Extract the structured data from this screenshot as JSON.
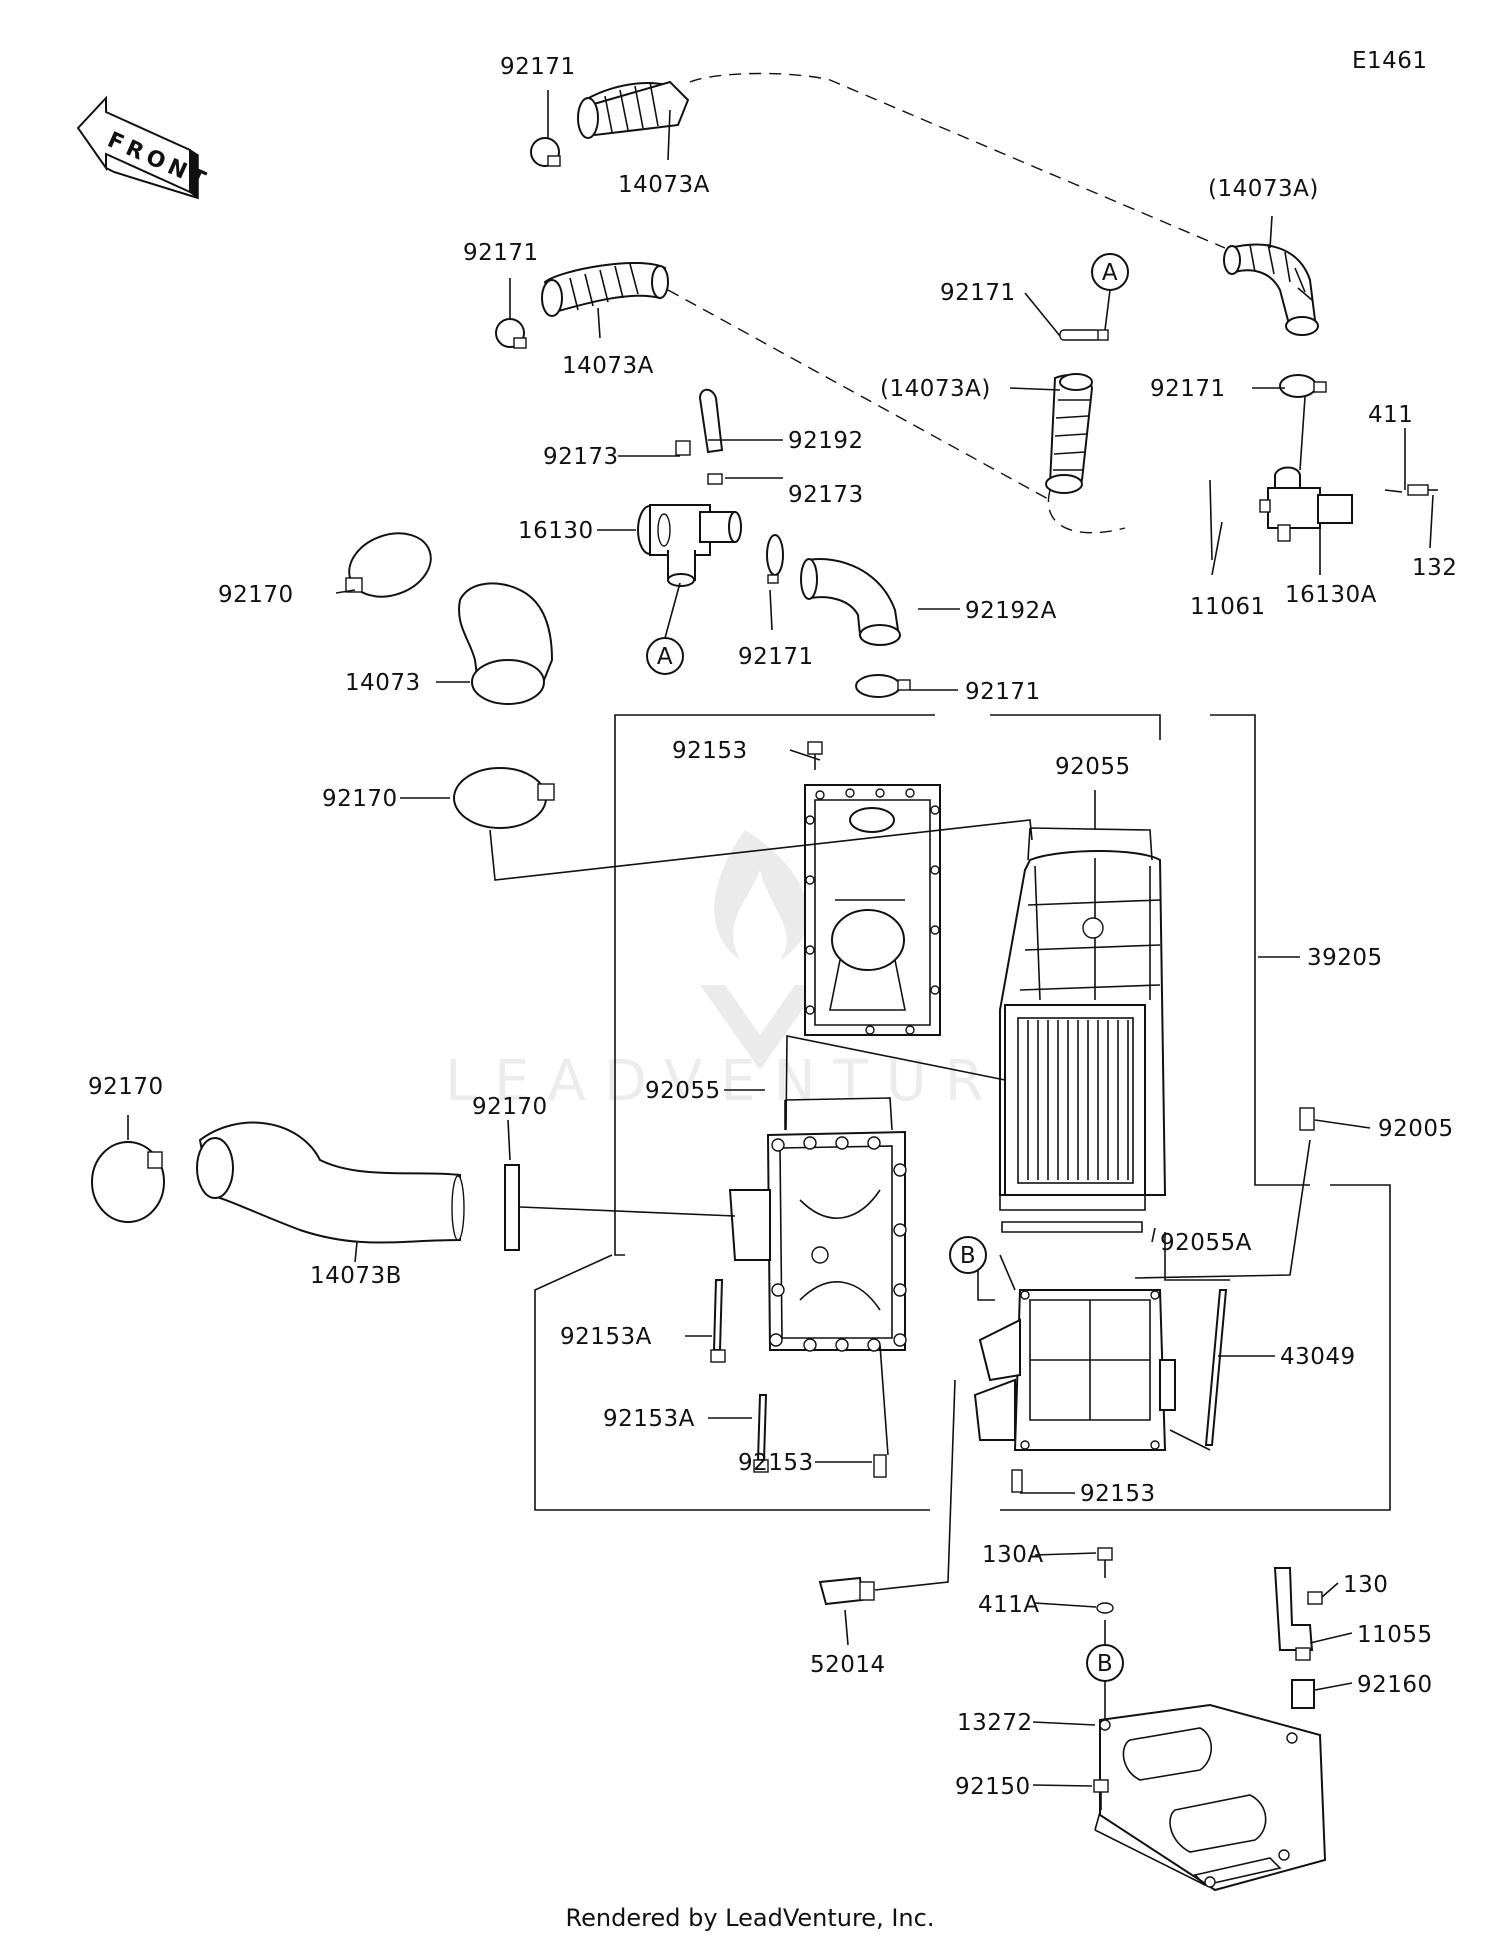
{
  "diagram": {
    "code": "E1461",
    "front_label": "FRONT",
    "footer": "Rendered by LeadVenture, Inc.",
    "watermark": "LEADVENTURE",
    "callouts": {
      "A": "A",
      "B": "B"
    },
    "labels": {
      "p92171_a": "92171",
      "p14073A_a": "14073A",
      "p14073A_paren_a": "(14073A)",
      "p92171_b": "92171",
      "p14073A_b": "14073A",
      "p92171_c": "92171",
      "p14073A_paren_b": "(14073A)",
      "p92171_d": "92171",
      "p411": "411",
      "p92192": "92192",
      "p92173_a": "92173",
      "p92173_b": "92173",
      "p16130": "16130",
      "p132": "132",
      "p11061": "11061",
      "p16130A": "16130A",
      "p92170_a": "92170",
      "p92192A": "92192A",
      "p14073": "14073",
      "p92171_e": "92171",
      "p92171_f": "92171",
      "p92153_a": "92153",
      "p92055_a": "92055",
      "p92170_b": "92170",
      "p39205": "39205",
      "p92170_c": "92170",
      "p92170_d": "92170",
      "p92055_b": "92055",
      "p92005": "92005",
      "p92055A": "92055A",
      "p14073B": "14073B",
      "p92153A_a": "92153A",
      "p43049": "43049",
      "p92153A_b": "92153A",
      "p92153_b": "92153",
      "p92153_c": "92153",
      "p130A": "130A",
      "p130": "130",
      "p411A": "411A",
      "p11055": "11055",
      "p52014": "52014",
      "p92160": "92160",
      "p13272": "13272",
      "p92150": "92150"
    }
  }
}
